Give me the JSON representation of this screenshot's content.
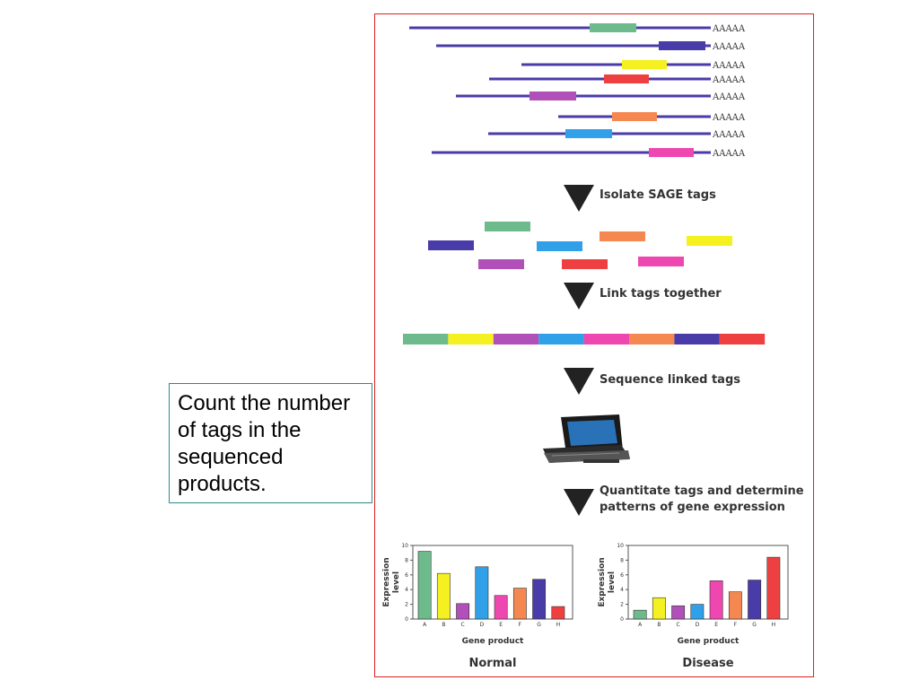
{
  "callout": {
    "text": "Count the number of tags in the sequenced products."
  },
  "transcripts": {
    "polya_label": "AAAAA",
    "lines": [
      {
        "color": "#6dbb8c"
      },
      {
        "color": "#4a3ca8"
      },
      {
        "color": "#f5f020"
      },
      {
        "color": "#ee4040"
      },
      {
        "color": "#b050b8"
      },
      {
        "color": "#f58850"
      },
      {
        "color": "#30a0e8"
      },
      {
        "color": "#ee48b0"
      }
    ]
  },
  "steps": {
    "isolate": "Isolate SAGE tags",
    "link": "Link tags together",
    "sequence": "Sequence linked tags",
    "quantitate_line1": "Quantitate tags and determine",
    "quantitate_line2": "patterns of gene expression"
  },
  "scattered_tags": [
    {
      "color": "#6dbb8c"
    },
    {
      "color": "#4a3ca8"
    },
    {
      "color": "#30a0e8"
    },
    {
      "color": "#f58850"
    },
    {
      "color": "#f5f020"
    },
    {
      "color": "#b050b8"
    },
    {
      "color": "#ee4040"
    },
    {
      "color": "#ee48b0"
    }
  ],
  "concatemer": [
    "#6dbb8c",
    "#f5f020",
    "#b050b8",
    "#30a0e8",
    "#ee48b0",
    "#f58850",
    "#4a3ca8",
    "#ee4040"
  ],
  "chart_data": [
    {
      "type": "bar",
      "title": "Normal",
      "xlabel": "Gene product",
      "ylabel": "Expression level",
      "ylim": [
        0,
        10
      ],
      "yticks": [
        "0",
        "2",
        "4",
        "6",
        "8",
        "10"
      ],
      "categories": [
        "A",
        "B",
        "C",
        "D",
        "E",
        "F",
        "G",
        "H"
      ],
      "values": [
        9.2,
        6.2,
        2.1,
        7.1,
        3.2,
        4.2,
        5.4,
        1.7
      ],
      "colors": [
        "#6dbb8c",
        "#f5f020",
        "#b050b8",
        "#30a0e8",
        "#ee48b0",
        "#f58850",
        "#4a3ca8",
        "#ee4040"
      ]
    },
    {
      "type": "bar",
      "title": "Disease",
      "xlabel": "Gene product",
      "ylabel": "Expression level",
      "ylim": [
        0,
        10
      ],
      "yticks": [
        "0",
        "2",
        "4",
        "6",
        "8",
        "10"
      ],
      "categories": [
        "A",
        "B",
        "C",
        "D",
        "E",
        "F",
        "G",
        "H"
      ],
      "values": [
        1.2,
        2.9,
        1.8,
        2.0,
        5.2,
        3.7,
        5.3,
        8.4
      ],
      "colors": [
        "#6dbb8c",
        "#f5f020",
        "#b050b8",
        "#30a0e8",
        "#ee48b0",
        "#f58850",
        "#4a3ca8",
        "#ee4040"
      ]
    }
  ]
}
